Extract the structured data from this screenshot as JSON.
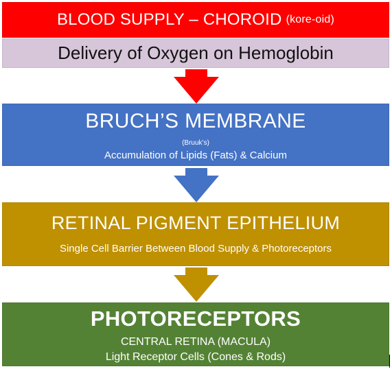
{
  "diagram": {
    "blood_supply": {
      "title": "BLOOD SUPPLY – CHOROID",
      "pronunciation": "(kore-oid)"
    },
    "oxygen_delivery": {
      "text": "Delivery of Oxygen on Hemoglobin"
    },
    "bruchs_membrane": {
      "title": "BRUCH’S MEMBRANE",
      "pronunciation": "(Bruuk’s)",
      "subtitle": "Accumulation of Lipids (Fats) & Calcium"
    },
    "retinal_pigment_epithelium": {
      "title": "RETINAL PIGMENT EPITHELIUM",
      "subtitle": "Single Cell Barrier Between Blood Supply & Photoreceptors"
    },
    "photoreceptors": {
      "title": "PHOTORECEPTORS",
      "line1": "CENTRAL RETINA (MACULA)",
      "line2": "Light Receptor Cells (Cones & Rods)"
    }
  },
  "colors": {
    "blood_supply_box": "#ff0000",
    "delivery_box": "#d7c5d9",
    "bruchs_box": "#4472c4",
    "rpe_box": "#bf9000",
    "photoreceptors_box": "#548235",
    "arrow_red": "#ff0000",
    "arrow_blue": "#4472c4",
    "arrow_gold": "#bf9000"
  },
  "icons": {
    "flow_arrow": "down-arrow-icon"
  }
}
